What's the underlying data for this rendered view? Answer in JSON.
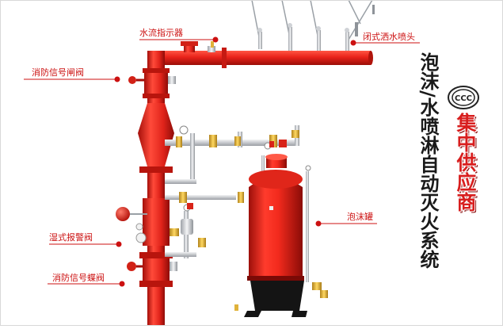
{
  "labels": {
    "flow_indicator": "水流指示器",
    "closed_sprinkler": "闭式洒水喷头",
    "signal_gate_valve": "消防信号闸阀",
    "wet_alarm_valve": "湿式报警阀",
    "signal_butterfly_valve": "消防信号蝶阀",
    "foam_tank": "泡沫罐"
  },
  "title": "泡沫/水喷淋自动灭火系统",
  "supplier": "集中供应商",
  "cert_mark": "CCC",
  "colors": {
    "pipe_red": "#e8231a",
    "label_red": "#cc1111",
    "title_black": "#1a1a1a",
    "brass": "#e0b23a",
    "pipe_silver": "#c9ccd1"
  }
}
